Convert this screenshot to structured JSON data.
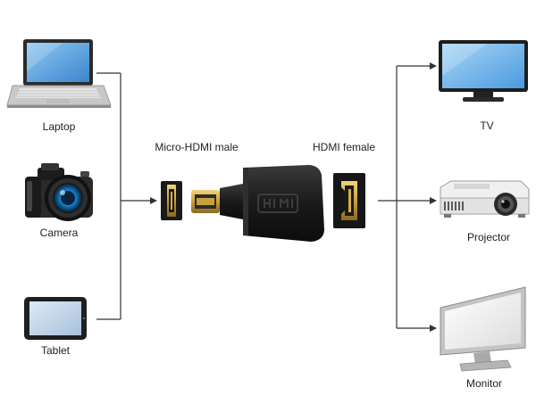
{
  "sources": [
    {
      "key": "laptop",
      "label": "Laptop",
      "icon": "laptop-icon"
    },
    {
      "key": "camera",
      "label": "Camera",
      "icon": "camera-icon"
    },
    {
      "key": "tablet",
      "label": "Tablet",
      "icon": "tablet-icon"
    }
  ],
  "adapter": {
    "male_label": "Micro-HDMI male",
    "female_label": "HDMI female",
    "icon": "hdmi-adapter-icon",
    "port_icon": "hdmi-port-icon"
  },
  "targets": [
    {
      "key": "tv",
      "label": "TV",
      "icon": "tv-icon"
    },
    {
      "key": "projector",
      "label": "Projector",
      "icon": "projector-icon"
    },
    {
      "key": "monitor",
      "label": "Monitor",
      "icon": "monitor-icon"
    }
  ],
  "colors": {
    "line": "#333333",
    "gold": "#c9a13b",
    "adapter_body": "#1b1b1b",
    "screen_blue": "#5aa6e0",
    "camera_lens": "#1e8ed8"
  }
}
